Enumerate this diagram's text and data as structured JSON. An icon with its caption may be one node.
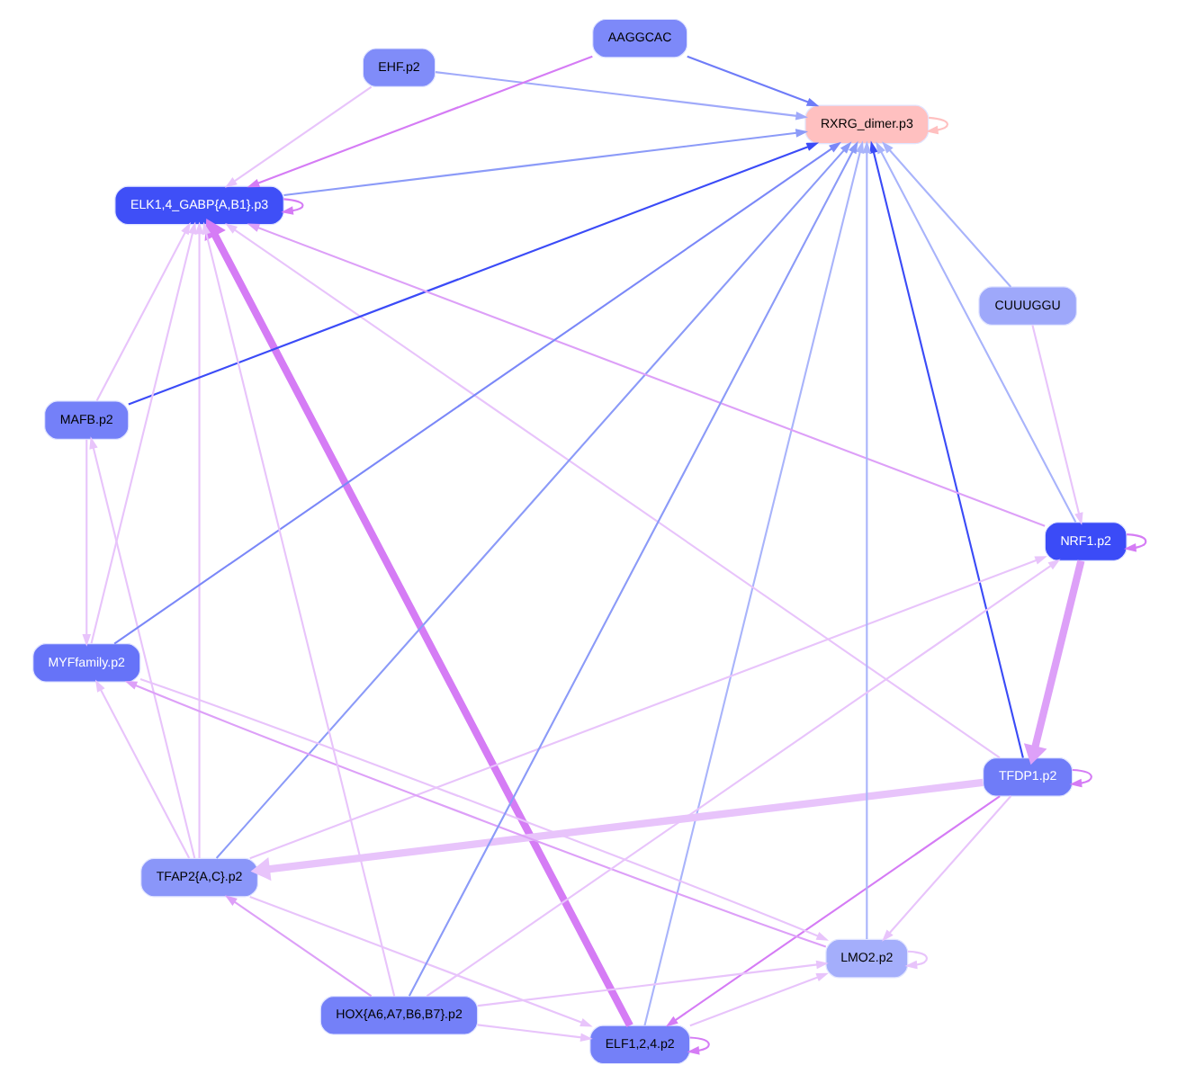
{
  "diagram": {
    "nodes": [
      {
        "text": [
          "ELF1,2,4.p2"
        ]
      },
      {
        "text": [
          "TFDP1.p2"
        ]
      },
      {
        "text": [
          "TFAP2{A,C}.p2"
        ]
      },
      {
        "text": [
          "ELK1,4_GABP{A,B1}.p3"
        ]
      },
      {
        "text": [
          "MAFB.p2"
        ]
      },
      {
        "text": [
          "NRF1.p2"
        ]
      },
      {
        "text": [
          "RXRG_dimer.p3"
        ]
      },
      {
        "text": [
          "LMO2.p2"
        ]
      },
      {
        "text": [
          "CUUUGGU"
        ]
      },
      {
        "text": [
          "MYFfamily.p2"
        ]
      },
      {
        "text": [
          "EHF.p2"
        ]
      },
      {
        "text": [
          "HOX{A6,A7,B6,B7}.p2"
        ]
      },
      {
        "text": [
          "AAGGCAC"
        ]
      }
    ],
    "edges": [
      {
        "from": 0,
        "to": 0,
        "arrow": "to",
        "color": "#d57cf5"
      },
      {
        "from": 1,
        "to": 0,
        "arrow": "to",
        "color": "#d57cf5"
      },
      {
        "from": 1,
        "to": 1,
        "arrow": "to",
        "color": "#d57cf5"
      },
      {
        "from": 0,
        "to": 3,
        "arrow": "to",
        "style": "thick",
        "color": "#d57cf5"
      },
      {
        "from": 1,
        "to": 3,
        "arrow": "to"
      },
      {
        "from": 2,
        "to": 0,
        "arrow": "to"
      },
      {
        "from": 1,
        "to": 2,
        "arrow": "to",
        "style": "thick"
      },
      {
        "from": 2,
        "to": 3,
        "arrow": "to"
      },
      {
        "from": 2,
        "to": 5,
        "arrow": "to"
      },
      {
        "from": 2,
        "to": 4,
        "arrow": "to"
      },
      {
        "from": 2,
        "to": 9,
        "arrow": "to"
      },
      {
        "from": 2,
        "to": 6,
        "arrow": "to",
        "color": "#8c9bf8"
      },
      {
        "from": 0,
        "to": 6,
        "arrow": "to",
        "color": "#a9b4fb"
      },
      {
        "from": 1,
        "to": 6,
        "arrow": "to",
        "color": "#3b4bf7"
      },
      {
        "from": 3,
        "to": 6,
        "arrow": "to",
        "color": "#8c9bf8"
      },
      {
        "from": 4,
        "to": 6,
        "arrow": "to",
        "color": "#3b4bf7"
      },
      {
        "from": 5,
        "to": 6,
        "arrow": "to",
        "color": "#a9b4fb"
      },
      {
        "from": 7,
        "to": 6,
        "arrow": "to",
        "color": "#a9b4fb"
      },
      {
        "from": 8,
        "to": 6,
        "arrow": "to",
        "color": "#a9b4fb"
      },
      {
        "from": 9,
        "to": 6,
        "arrow": "to",
        "color": "#7b88f8"
      },
      {
        "from": 10,
        "to": 6,
        "arrow": "to",
        "color": "#a0aafa"
      },
      {
        "from": 11,
        "to": 6,
        "arrow": "to",
        "color": "#8c9bf8"
      },
      {
        "from": 12,
        "to": 6,
        "arrow": "to",
        "color": "#6f7cf8"
      },
      {
        "from": 6,
        "to": 6,
        "arrow": "to",
        "color": "#ffc0c0"
      },
      {
        "from": 3,
        "to": 3,
        "arrow": "to",
        "color": "#d57cf5"
      },
      {
        "from": 5,
        "to": 5,
        "arrow": "to",
        "color": "#d57cf5"
      },
      {
        "from": 5,
        "to": 1,
        "arrow": "to",
        "style": "thick",
        "color": "#dda0f8"
      },
      {
        "from": 5,
        "to": 3,
        "arrow": "to",
        "color": "#dda0f8"
      },
      {
        "from": 4,
        "to": 3,
        "arrow": "to"
      },
      {
        "from": 4,
        "to": 9,
        "arrow": "to"
      },
      {
        "from": 0,
        "to": 7,
        "arrow": "to"
      },
      {
        "from": 1,
        "to": 7,
        "arrow": "to"
      },
      {
        "from": 7,
        "to": 7,
        "arrow": "to"
      },
      {
        "from": 7,
        "to": 9,
        "arrow": "to",
        "color": "#dda0f8"
      },
      {
        "from": 9,
        "to": 7,
        "arrow": "to"
      },
      {
        "from": 11,
        "to": 7,
        "arrow": "to"
      },
      {
        "from": 11,
        "to": 2,
        "arrow": "to",
        "color": "#dda0f8"
      },
      {
        "from": 11,
        "to": 0,
        "arrow": "to"
      },
      {
        "from": 11,
        "to": 3,
        "arrow": "to"
      },
      {
        "from": 11,
        "to": 5,
        "arrow": "to"
      },
      {
        "from": 12,
        "to": 3,
        "arrow": "to",
        "color": "#d57cf5"
      },
      {
        "from": 10,
        "to": 3,
        "arrow": "to"
      },
      {
        "from": 8,
        "to": 5,
        "arrow": "to"
      },
      {
        "from": 9,
        "to": 3,
        "arrow": "to"
      }
    ]
  }
}
